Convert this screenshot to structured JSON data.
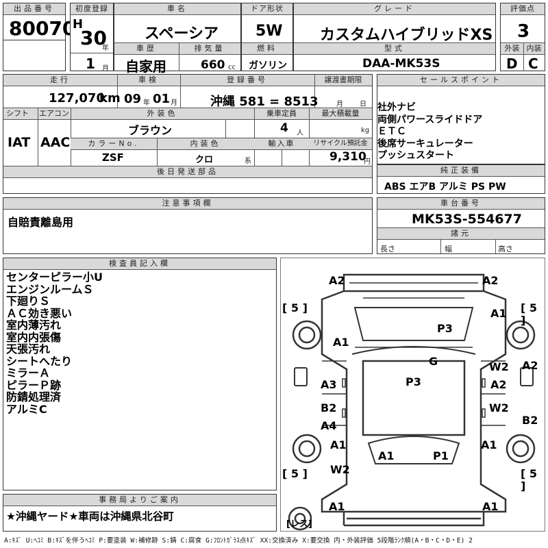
{
  "header": {
    "lot_no_label": "出品番号",
    "lot_no": "80070",
    "first_reg_label": "初度登録",
    "era_prefix": "H",
    "year": "30",
    "year_unit": "年",
    "month": "1",
    "month_unit": "月",
    "car_name_label": "車名",
    "car_name": "スペーシア",
    "door_label": "ドア形状",
    "door": "5W",
    "grade_label": "グレード",
    "grade": "カスタムハイブリッドXS",
    "score_label": "評価点",
    "score": "3",
    "history_label": "車歴",
    "history": "自家用",
    "displacement_label": "排気量",
    "displacement": "660",
    "displacement_unit": "cc",
    "fuel_label": "燃料",
    "fuel": "ガソリン",
    "model_label": "型式",
    "model": "DAA-MK53S",
    "exterior_label": "外装",
    "exterior": "D",
    "interior_label": "内装",
    "interior": "C"
  },
  "info": {
    "mileage_label": "走行",
    "mileage": "127,070",
    "mileage_unit": "km",
    "inspection_label": "車検",
    "inspection_year": "09",
    "inspection_year_unit": "年",
    "inspection_month": "01",
    "inspection_month_unit": "月",
    "plate_label": "登録番号",
    "plate": "沖縄 581 = 8513",
    "transfer_label": "譲渡書期限",
    "transfer_month_unit": "月",
    "transfer_day_unit": "日",
    "shift_label": "シフト",
    "shift": "IAT",
    "ac_label": "エアコン",
    "ac": "AAC",
    "color_label": "外装色",
    "color": "ブラウン",
    "capacity_label": "乗車定員",
    "capacity": "4",
    "capacity_unit": "人",
    "load_label": "最大積載量",
    "load_unit": "kg",
    "color_no_label": "カラーNo.",
    "color_no": "ZSF",
    "interior_color_label": "内装色",
    "interior_color": "クロ",
    "interior_color_unit": "系",
    "import_label": "輸入車",
    "recycle_label": "リサイクル預託金",
    "recycle": "9,310",
    "recycle_unit": "円",
    "later_parts_label": "後日発送部品"
  },
  "sales": {
    "label": "セールスポイント",
    "points": [
      "社外ナビ",
      "両側パワースライドドア",
      "ＥＴＣ",
      "後席サーキュレーター",
      "プッシュスタート"
    ]
  },
  "equipment": {
    "label": "純正装備",
    "value": "ABS エアB アルミ PS PW"
  },
  "notes": {
    "label": "注意事項欄",
    "value": "自賠責離島用"
  },
  "chassis": {
    "label": "車台番号",
    "value": "MK53S-554677",
    "spec_label": "諸元",
    "length_label": "長さ",
    "width_label": "幅",
    "height_label": "高さ"
  },
  "inspector": {
    "label": "検査員記入欄",
    "lines": [
      "センターピラー小U",
      "エンジンルームＳ",
      "下廻りＳ",
      "ＡＣ効き悪い",
      "室内薄汚れ",
      "室内内張傷",
      "天張汚れ",
      "シートへたり",
      "ミラーＡ",
      "ピラーＰ跡",
      "防錆処理済",
      "アルミC"
    ]
  },
  "diagram": {
    "marks": [
      "A2",
      "A2",
      "[ 5 ]",
      "[ 5 ]",
      "A1",
      "P3",
      "A1",
      "G",
      "W2",
      "A2",
      "A3",
      "P3",
      "A2",
      "B2",
      "W2",
      "A4",
      "B2",
      "A1",
      "A1",
      "A1",
      "P1",
      "W2",
      "[ 5 ]",
      "[ 5 ]",
      "A1",
      "A1",
      "[レス]"
    ]
  },
  "office": {
    "label": "事務局よりご案内",
    "value": "★沖縄ヤード★車両は沖縄県北谷町"
  },
  "legend": "A:ｷｽﾞ U:ﾍｺﾐ B:ｷｽﾞを伴うﾍｺﾐ P:要塗装 W:補修跡 S:錆 C:腐食 G:ﾌﾛﾝﾄｶﾞﾗｽ点ｷｽﾞ XX:交換済み X:要交換 内・外装評価 5段階ﾗﾝｸ順(A・B・C・D・E) 2"
}
